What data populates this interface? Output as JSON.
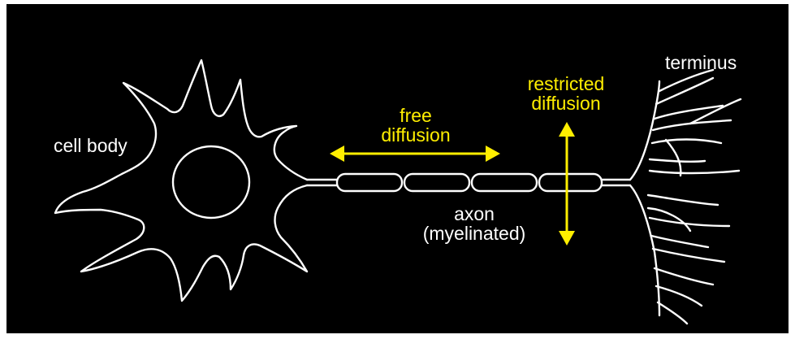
{
  "diagram": {
    "labels": {
      "cell_body": "cell body",
      "terminus": "terminus",
      "free_line1": "free",
      "free_line2": "diffusion",
      "restricted_line1": "restricted",
      "restricted_line2": "diffusion",
      "axon_line1": "axon",
      "axon_line2": "(myelinated)"
    },
    "colors": {
      "background": "#000000",
      "outline": "#ffffff",
      "annotation": "#ffee00"
    }
  }
}
